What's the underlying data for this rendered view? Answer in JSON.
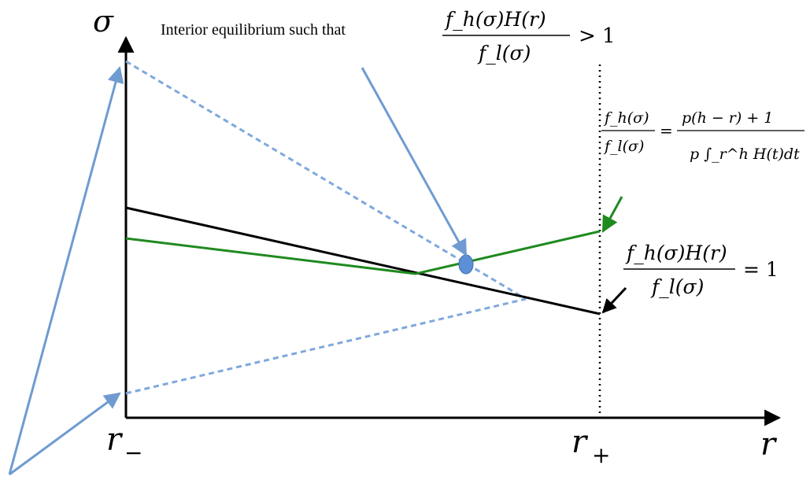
{
  "axes": {
    "y_label": "σ",
    "x_label": "r",
    "x_min_label": "r",
    "x_min_sub": "−",
    "x_max_label": "r",
    "x_max_sub": "+"
  },
  "annotations": {
    "interior_text": "Interior equilibrium such that",
    "interior_ratio_num": "f_h(σ)H(r)",
    "interior_ratio_den": "f_l(σ)",
    "interior_ratio_rel": "> 1",
    "green_eq_lhs_num": "f_h(σ)",
    "green_eq_lhs_den": "f_l(σ)",
    "green_eq_eq": "=",
    "green_eq_rhs_num": "p(h − r) + 1",
    "green_eq_rhs_den": "p ∫_r^h H(t)dt",
    "black_eq_num": "f_h(σ)H(r)",
    "black_eq_den": "f_l(σ)",
    "black_eq_rel": "= 1"
  },
  "colors": {
    "blue": "#6f9bd1",
    "blue_dash": "#7fa8dc",
    "green": "#1f8a1f",
    "black": "#000000"
  }
}
